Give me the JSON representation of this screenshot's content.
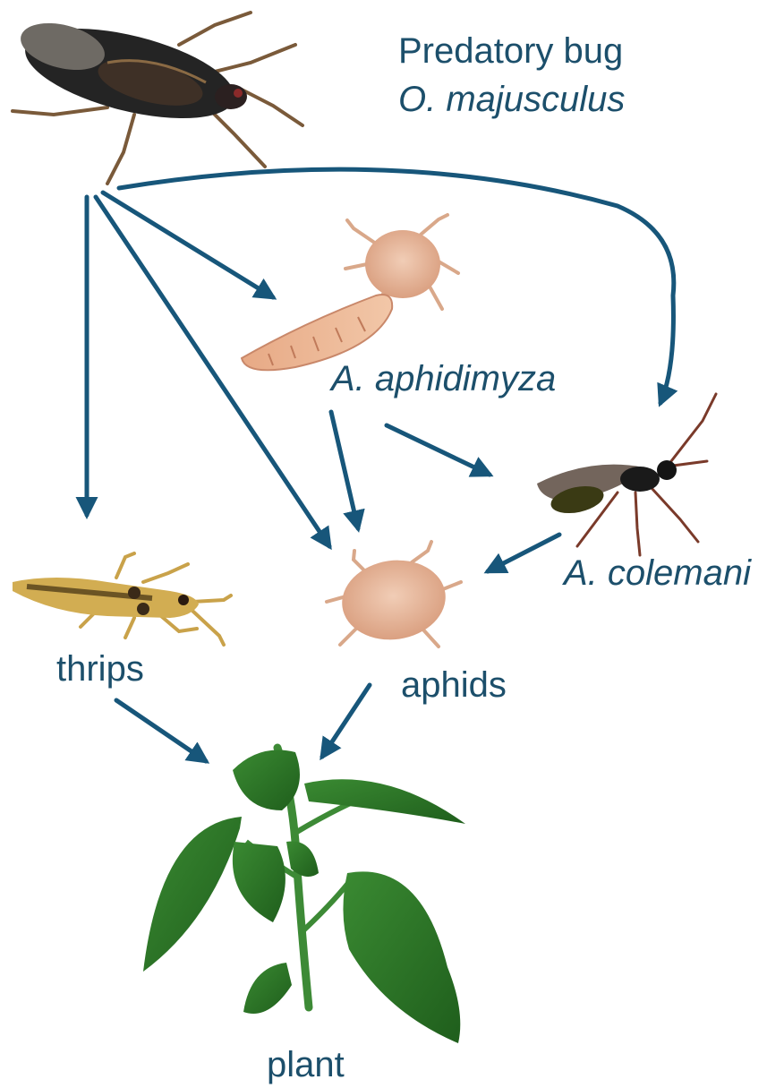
{
  "labels": {
    "predator_common": "Predatory bug",
    "predator_species": "O. majusculus",
    "midge": "A. aphidimyza",
    "wasp": "A. colemani",
    "thrips": "thrips",
    "aphids": "aphids",
    "plant": "plant"
  },
  "colors": {
    "arrow": "#17567a",
    "text": "#1c4f6b",
    "leaf": "#2f7a2a",
    "stem": "#3d8a36",
    "insect_tan": "#e2b59a",
    "bug_dark": "#2a2a2a",
    "thrips_body": "#c9a24a"
  },
  "edges": [
    {
      "from": "predator",
      "to": "thrips"
    },
    {
      "from": "predator",
      "to": "midge"
    },
    {
      "from": "predator",
      "to": "aphids"
    },
    {
      "from": "predator",
      "to": "wasp"
    },
    {
      "from": "midge",
      "to": "aphids"
    },
    {
      "from": "midge",
      "to": "wasp"
    },
    {
      "from": "wasp",
      "to": "aphids"
    },
    {
      "from": "thrips",
      "to": "plant"
    },
    {
      "from": "aphids",
      "to": "plant"
    }
  ]
}
